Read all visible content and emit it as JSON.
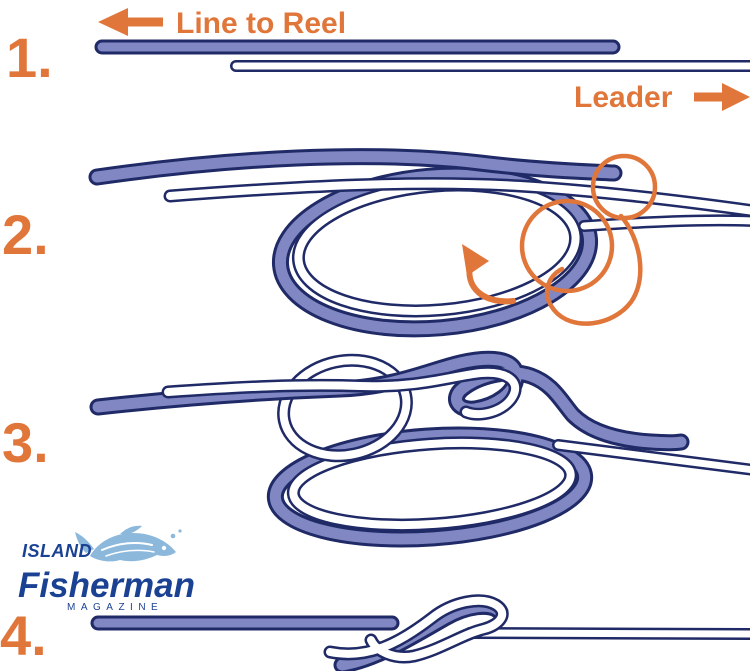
{
  "diagram": {
    "type": "fishing-knot-tying-instructions",
    "labels": {
      "line_to_reel": "Line to Reel",
      "leader": "Leader"
    },
    "steps": [
      {
        "number": "1."
      },
      {
        "number": "2."
      },
      {
        "number": "3."
      },
      {
        "number": "4."
      }
    ],
    "logo": {
      "line1": "ISLAND",
      "line2": "Fisherman",
      "line3": "MAGAZINE"
    }
  },
  "colors": {
    "orange": "#E0763A",
    "rope_fill": "#8087C3",
    "rope_outline": "#1F2A66",
    "leader_white": "#FFFFFF",
    "logo_blue": "#1B4193",
    "fish_blue": "#8CB8DC",
    "background": "#FFFFFF"
  }
}
